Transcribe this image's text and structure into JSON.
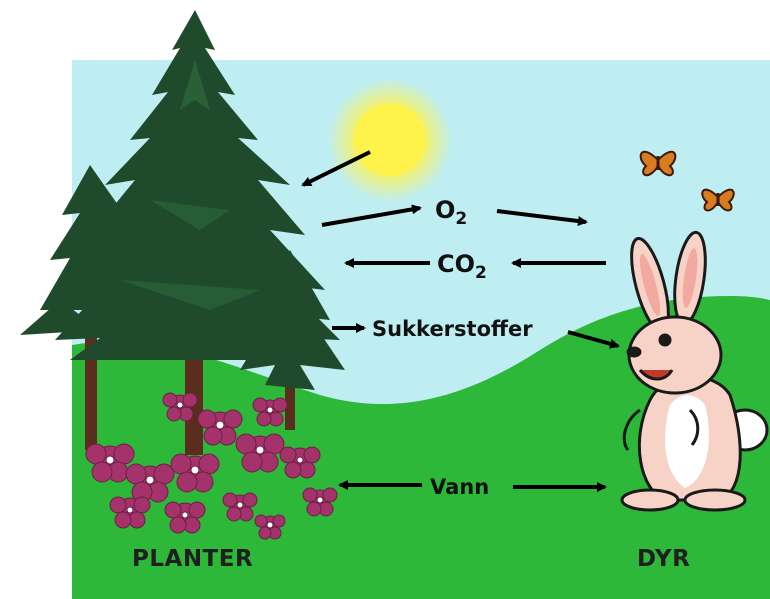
{
  "diagram": {
    "labels": {
      "o2": {
        "main": "O",
        "sub": "2"
      },
      "co2": {
        "main": "CO",
        "sub": "2"
      },
      "sugar": "Sukkerstoffer",
      "water": "Vann"
    },
    "captions": {
      "plants": "PLANTER",
      "animals": "DYR"
    }
  },
  "colors": {
    "sky": "#bfeef2",
    "grass": "#2db83a",
    "tree": "#1f4a2c",
    "sun": "#fff24a",
    "flowers": "#a3336a",
    "rabbit": "#f6d3c6"
  }
}
